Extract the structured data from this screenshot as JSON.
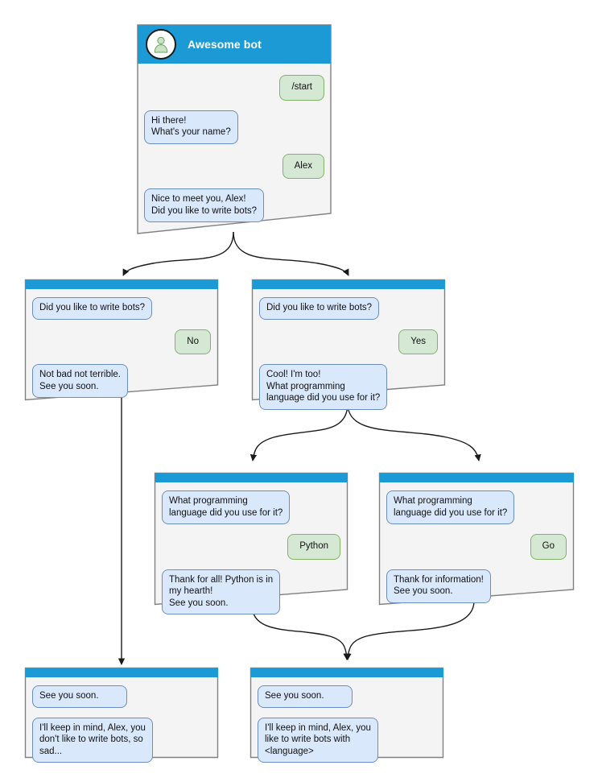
{
  "diagram": {
    "type": "chatbot-conversation-flowchart",
    "colors": {
      "header_blue": "#1c9ad6",
      "card_face": "#f4f4f4",
      "card_border": "#808080",
      "bot_bubble_fill": "#dae8fc",
      "bot_bubble_border": "#6c8ebf",
      "user_bubble_fill": "#d5e8d4",
      "user_bubble_border": "#82b366",
      "edge": "#1a1a1a",
      "page_background": "#ffffff"
    }
  },
  "root_card": {
    "title": "Awesome bot",
    "avatar_icon": "user-avatar-icon",
    "messages": [
      {
        "from": "user",
        "text": "/start"
      },
      {
        "from": "bot",
        "text": "Hi there!\nWhat's your name?"
      },
      {
        "from": "user",
        "text": "Alex"
      },
      {
        "from": "bot",
        "text": "Nice to meet you, Alex!\nDid you like to write bots?"
      }
    ]
  },
  "cards": [
    {
      "id": "branch-no",
      "messages": [
        {
          "from": "bot",
          "text": "Did you like to write bots?"
        },
        {
          "from": "user",
          "text": "No"
        },
        {
          "from": "bot",
          "text": "Not bad not terrible.\nSee you soon."
        }
      ]
    },
    {
      "id": "branch-yes",
      "messages": [
        {
          "from": "bot",
          "text": "Did you like to write bots?"
        },
        {
          "from": "user",
          "text": "Yes"
        },
        {
          "from": "bot",
          "text": "Cool! I'm too!\nWhat programming\nlanguage did you use for it?"
        }
      ]
    },
    {
      "id": "branch-python",
      "messages": [
        {
          "from": "bot",
          "text": "What programming\nlanguage did you use for it?"
        },
        {
          "from": "user",
          "text": "Python"
        },
        {
          "from": "bot",
          "text": "Thank for all! Python is in\nmy hearth!\nSee you soon."
        }
      ]
    },
    {
      "id": "branch-go",
      "messages": [
        {
          "from": "bot",
          "text": "What programming\nlanguage did you use for it?"
        },
        {
          "from": "user",
          "text": "Go"
        },
        {
          "from": "bot",
          "text": "Thank for information!\nSee you soon."
        }
      ]
    },
    {
      "id": "end-sad",
      "messages": [
        {
          "from": "bot",
          "text": "See you soon."
        },
        {
          "from": "bot",
          "text": "I'll keep in mind, Alex, you\ndon't like to write bots, so\nsad..."
        }
      ]
    },
    {
      "id": "end-happy",
      "messages": [
        {
          "from": "bot",
          "text": "See you soon."
        },
        {
          "from": "bot",
          "text": "I'll keep in mind, Alex, you\nlike to write bots with\n<language>"
        }
      ]
    }
  ]
}
